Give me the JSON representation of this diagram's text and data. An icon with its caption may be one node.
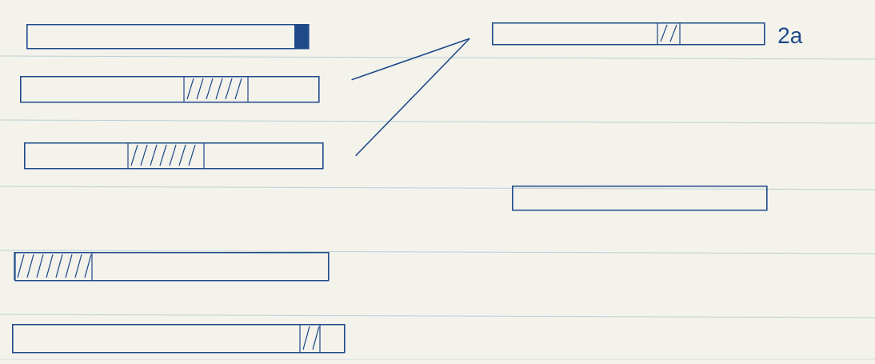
{
  "diagram": {
    "nodes": [
      {
        "text": [],
        "shape": "bar"
      },
      {
        "text": [],
        "shape": "bar"
      },
      {
        "text": [],
        "shape": "bar"
      },
      {
        "text": [],
        "shape": "bar"
      },
      {
        "text": [],
        "shape": "bar"
      },
      {
        "text": [],
        "shape": "bar",
        "beside": [
          "2a"
        ]
      },
      {
        "text": [],
        "shape": "bar"
      }
    ],
    "edges": [
      {
        "from": 1,
        "to": 5,
        "arrow": "none"
      },
      {
        "from": 2,
        "to": 5,
        "arrow": "none"
      }
    ]
  }
}
